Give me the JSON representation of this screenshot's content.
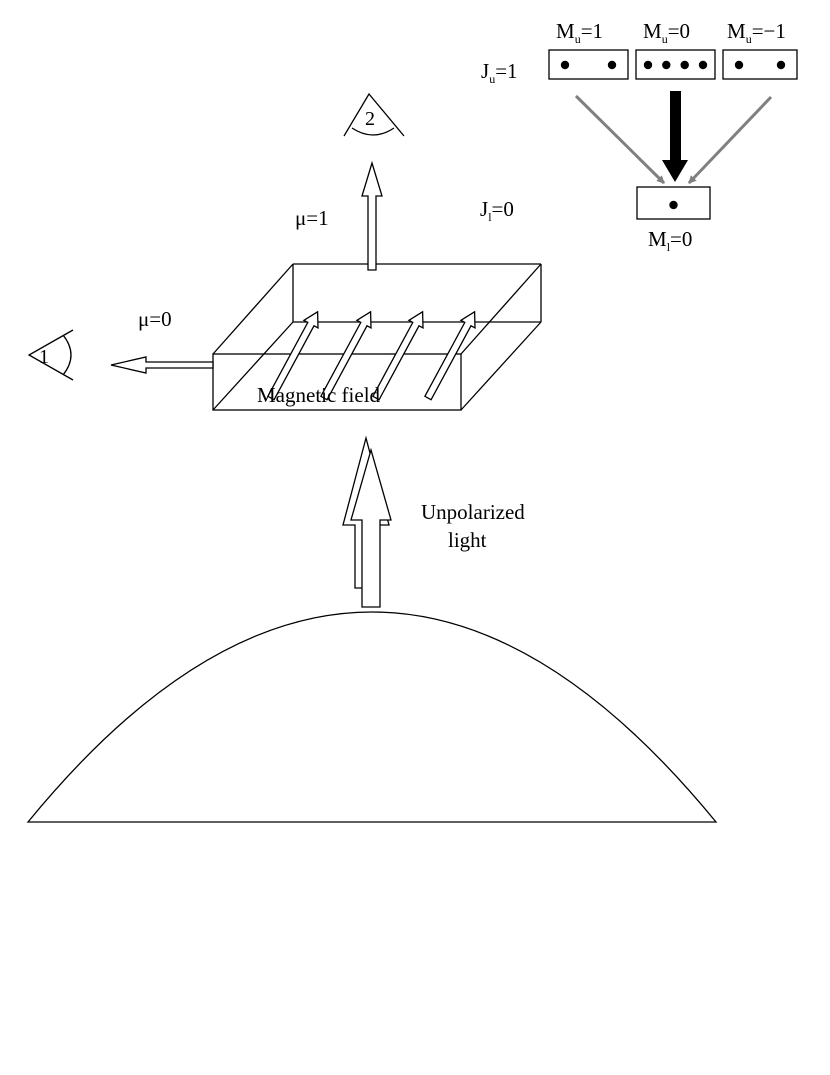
{
  "eye1_label": "1",
  "eye2_label": "2",
  "mu0_label": "μ=0",
  "mu1_label": "μ=1",
  "field_label": "Magnetic field",
  "light_label": [
    "Unpolarized",
    "light"
  ],
  "Ju": {
    "main": "J",
    "sub": "u",
    "rest": "=1"
  },
  "Jl": {
    "main": "J",
    "sub": "l",
    "rest": "=0"
  },
  "Mu_levels": [
    {
      "main": "M",
      "sub": "u",
      "rest": "=1",
      "dots": 2
    },
    {
      "main": "M",
      "sub": "u",
      "rest": "=0",
      "dots": 4
    },
    {
      "main": "M",
      "sub": "u",
      "rest": "=−1",
      "dots": 2
    }
  ],
  "Ml": {
    "main": "M",
    "sub": "l",
    "rest": "=0",
    "dots": 1
  },
  "colors": {
    "strong_transition": "#000000",
    "weak_transition": "#808080"
  }
}
